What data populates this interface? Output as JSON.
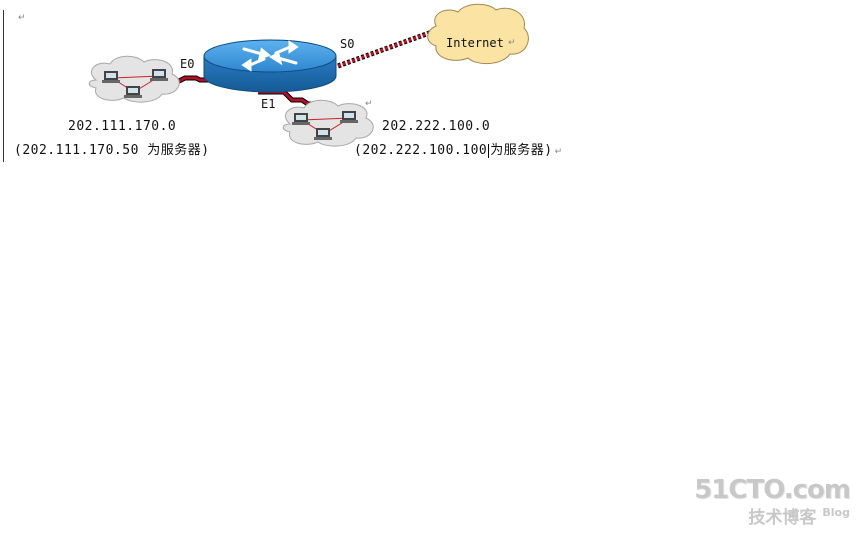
{
  "ports": {
    "e0": "E0",
    "e1": "E1",
    "s0": "S0"
  },
  "internet_label": "Internet",
  "lan_left": {
    "network": "202.111.170.0",
    "server": "(202.111.170.50 为服务器)"
  },
  "lan_right": {
    "network": "202.222.100.0",
    "server_prefix": "(202.222.100.100",
    "server_suffix": "为服务器)"
  },
  "paragraph_mark": "↵",
  "watermark": {
    "brand": "51CTO.com",
    "sub": "技术博客",
    "blog": "Blog"
  },
  "colors": {
    "router_top": "#2f8ed8",
    "router_side": "#1c6fb4",
    "link": "#b0102a",
    "cloud_lan": "#e4e4e4",
    "cloud_internet": "#fbe3a4"
  }
}
